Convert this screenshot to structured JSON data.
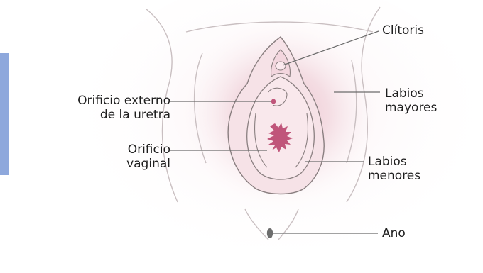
{
  "labels": {
    "clitoris": "Clítoris",
    "labios_mayores": [
      "Labios",
      "mayores"
    ],
    "orificio_uretra": [
      "Orificio externo",
      "de la uretra"
    ],
    "orificio_vaginal": [
      "Orificio",
      "vaginal"
    ],
    "labios_menores": [
      "Labios",
      "menores"
    ],
    "ano": "Ano"
  },
  "colors": {
    "skin_glow": "#f1d5dc",
    "outline": "#8a7f80",
    "vaginal_opening": "#c0557a",
    "side_bar": "#8ea8dc",
    "text": "#1e1e1e",
    "leader_line": "#6b6b6b"
  }
}
